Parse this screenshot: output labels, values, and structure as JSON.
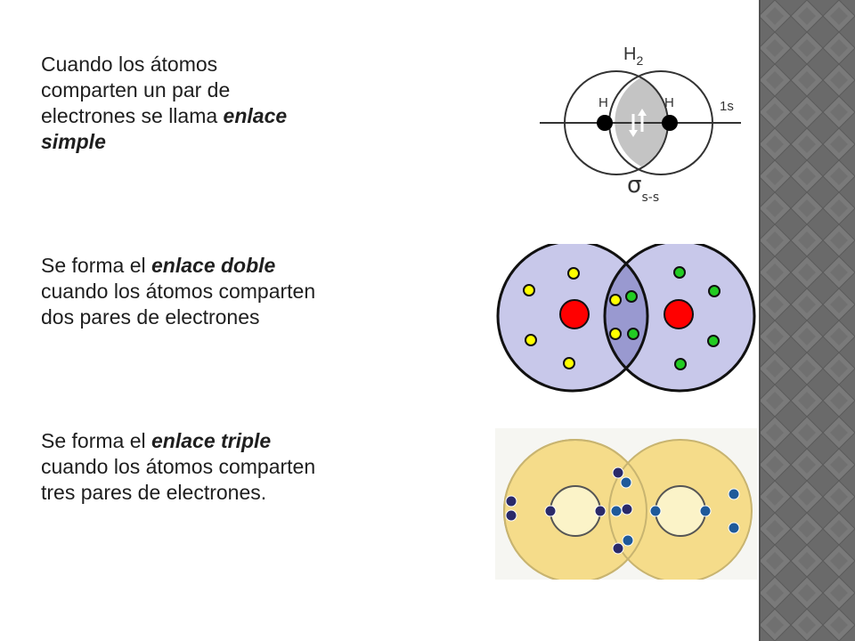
{
  "paragraphs": [
    {
      "line1": "Cuando los átomos",
      "line2": "comparten un par de",
      "line3_pre": "electrones  se llama ",
      "line3_em": "enlace",
      "line4_em": "simple"
    },
    {
      "line1_pre": "Se forma el ",
      "line1_em": "enlace doble",
      "line2": "cuando los átomos comparten",
      "line3": "dos pares de electrones"
    },
    {
      "line1_pre": "Se forma el ",
      "line1_em": "enlace triple",
      "line2": "cuando los átomos comparten",
      "line3": "tres pares de electrones."
    }
  ],
  "figure_h2": {
    "title_main": "H",
    "title_sub": "2",
    "atom_left": "H",
    "atom_right": "H",
    "orbital": "1s",
    "sigma": "σ",
    "sigma_sub": "s-s"
  },
  "colors": {
    "sidebar": "#6a6a6a",
    "atom_fill": "#c8c8ea",
    "overlap_fill": "#9999d0",
    "nucleus": "#ff0000",
    "electron_yellow": "#ffff00",
    "electron_green": "#22cc22",
    "ring_yellow": "#f5dc8a",
    "electron_navy": "#2a2a6a",
    "electron_blue": "#1f5a9a"
  }
}
